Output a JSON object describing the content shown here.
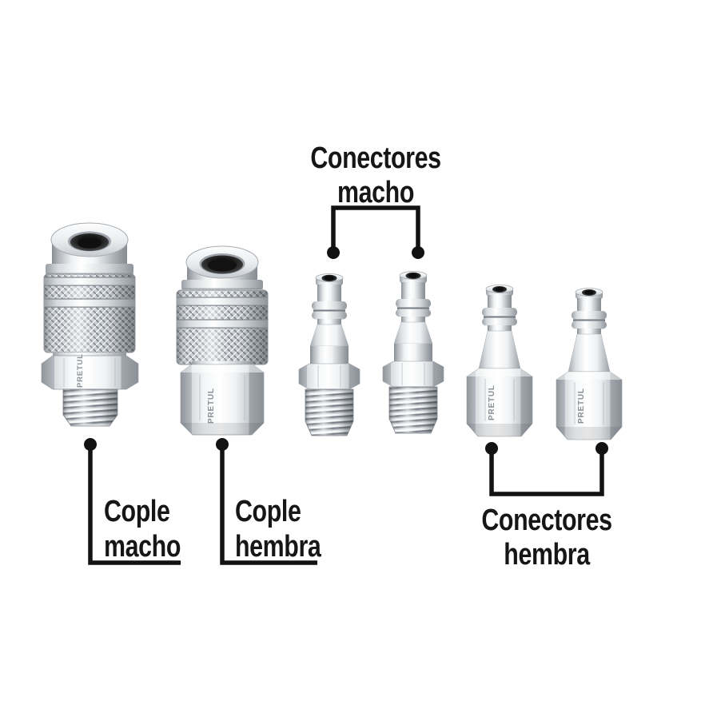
{
  "brand": {
    "marking": "PRETUL"
  },
  "labels": {
    "conectores_macho": {
      "line1": "Conectores",
      "line2": "macho"
    },
    "cople_macho": {
      "line1": "Cople",
      "line2": "macho"
    },
    "cople_hembra": {
      "line1": "Cople",
      "line2": "hembra"
    },
    "conectores_hembra": {
      "line1": "Conectores",
      "line2": "hembra"
    }
  },
  "colors": {
    "background": "#ffffff",
    "ink": "#161616",
    "callout_line": "#121212",
    "chrome_highlight": "#ffffff",
    "chrome_mid": "#c9ced3",
    "chrome_shadow": "#868c92",
    "hole_dark": "#141414"
  }
}
